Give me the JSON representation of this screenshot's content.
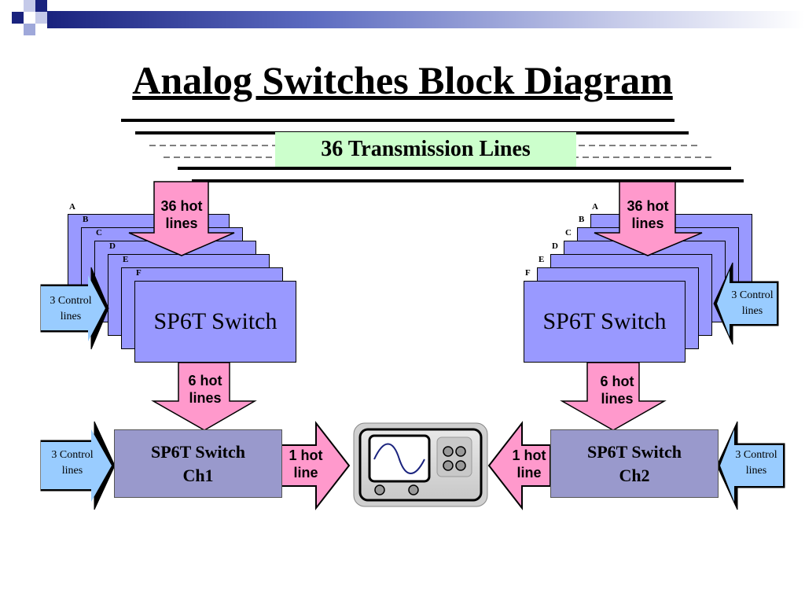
{
  "title": "Analog Switches Block Diagram",
  "transmission_label": "36 Transmission Lines",
  "left": {
    "letters": [
      "A",
      "B",
      "C",
      "D",
      "E",
      "F"
    ],
    "top_arrow": [
      "36 hot",
      "lines"
    ],
    "switch_label": "SP6T Switch",
    "control": [
      "3 Control",
      "lines"
    ],
    "mid_arrow": [
      "6 hot",
      "lines"
    ],
    "channel": [
      "SP6T Switch",
      "Ch1"
    ],
    "bottom_control": [
      "3 Control",
      "lines"
    ],
    "output_arrow": [
      "1 hot",
      "line"
    ]
  },
  "right": {
    "letters": [
      "A",
      "B",
      "C",
      "D",
      "E",
      "F"
    ],
    "top_arrow": [
      "36 hot",
      "lines"
    ],
    "switch_label": "SP6T Switch",
    "control": [
      "3 Control",
      "lines"
    ],
    "mid_arrow": [
      "6 hot",
      "lines"
    ],
    "channel": [
      "SP6T Switch",
      "Ch2"
    ],
    "bottom_control": [
      "3 Control",
      "lines"
    ],
    "output_arrow": [
      "1 hot",
      "line"
    ]
  },
  "colors": {
    "switch_fill": "#9999ff",
    "channel_fill": "#9999cc",
    "pink_arrow": "#ff99cc",
    "blue_arrow": "#99ccff",
    "label_bg": "#ccffcc",
    "header_bar": "#1a237e"
  },
  "icons": [
    "oscilloscope-icon"
  ]
}
